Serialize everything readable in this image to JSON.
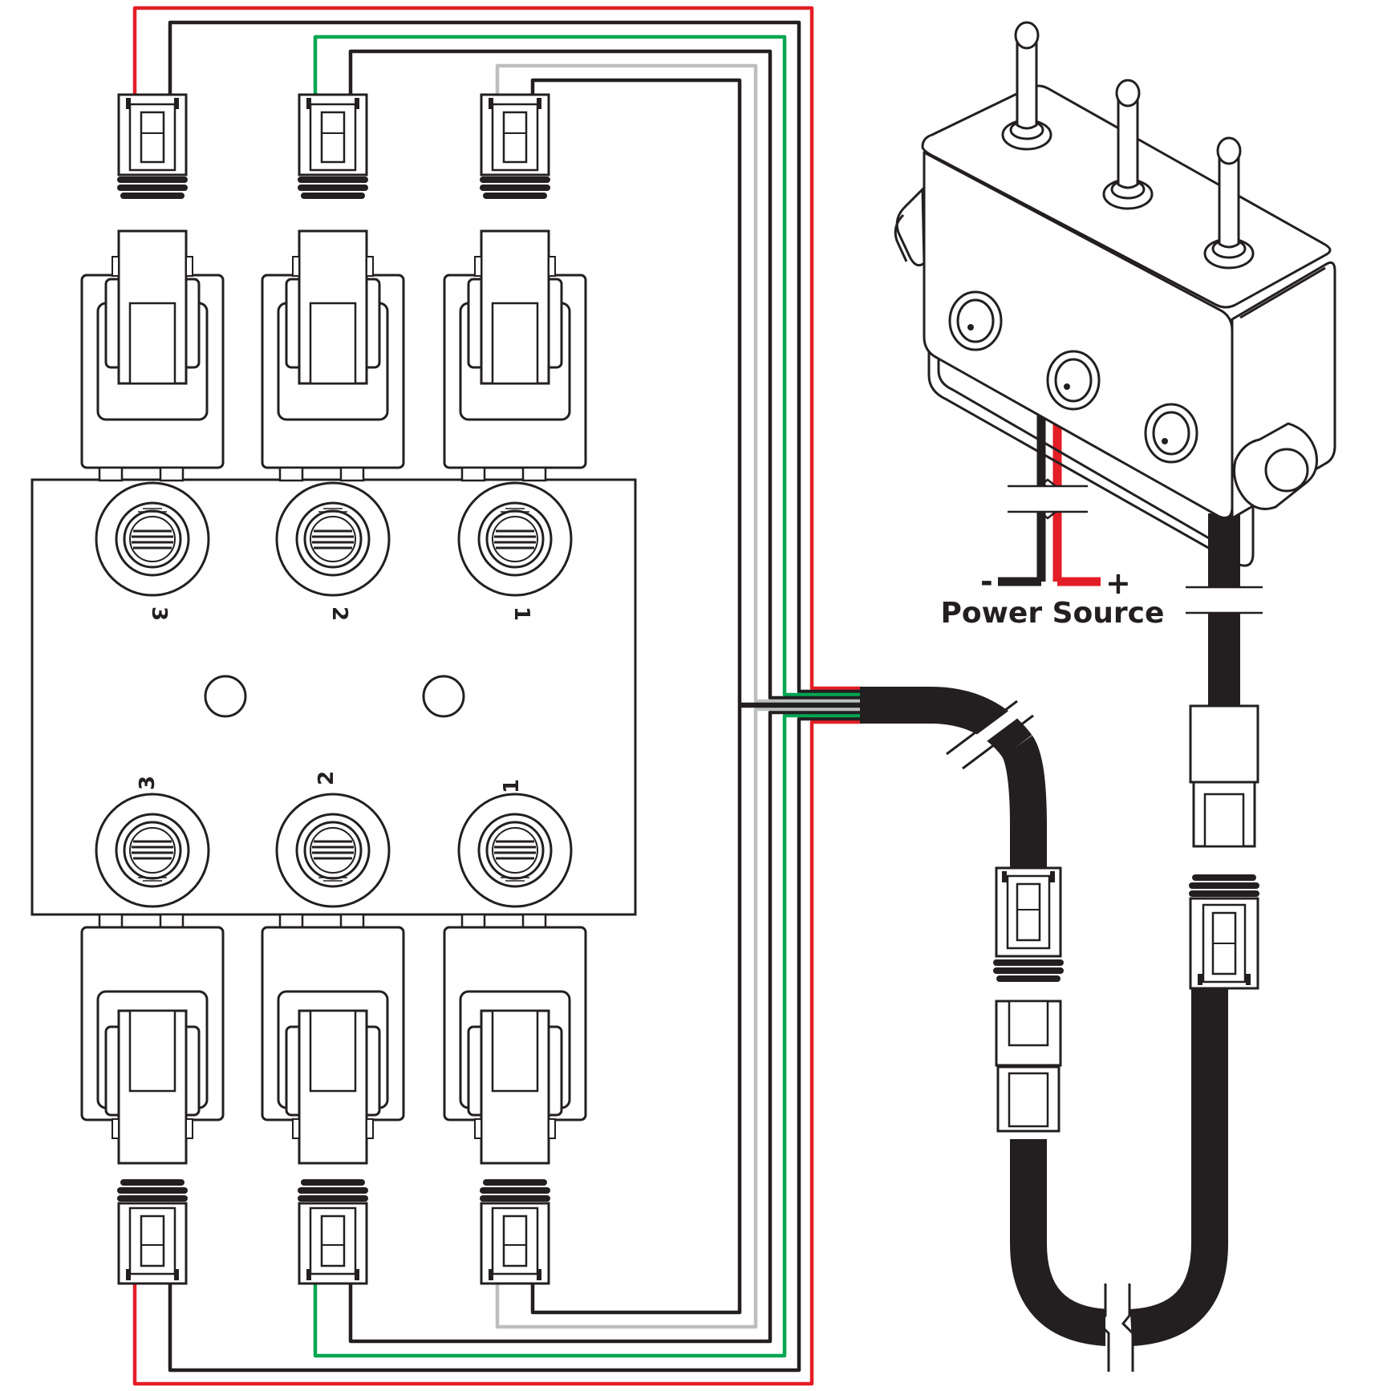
{
  "diagram": {
    "valve_labels_top": [
      "3",
      "2",
      "1"
    ],
    "valve_labels_bottom": [
      "3",
      "2",
      "1"
    ],
    "power_source": {
      "label": "Power Source",
      "negative": "-",
      "positive": "+"
    },
    "wire_colors": {
      "red": "#e31e26",
      "black": "#231f20",
      "green": "#00a651",
      "gray": "#bcbec0"
    }
  }
}
